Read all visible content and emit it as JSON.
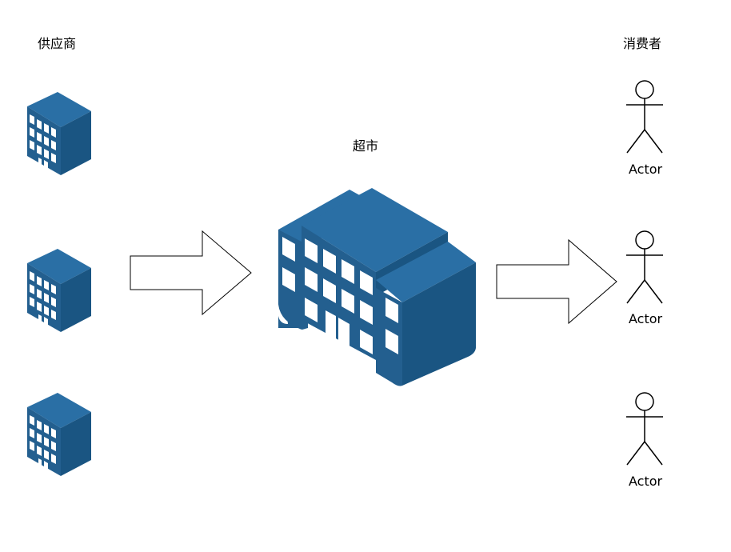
{
  "diagram": {
    "supplier_group_label": "供应商",
    "supermarket_label": "超市",
    "consumer_group_label": "消费者",
    "actors": [
      {
        "label": "Actor"
      },
      {
        "label": "Actor"
      },
      {
        "label": "Actor"
      }
    ]
  },
  "colors": {
    "building_top": "#2a6fa5",
    "building_left": "#235f8f",
    "building_right": "#1a5582",
    "window": "#ffffff",
    "stroke": "#000000"
  },
  "icons": {
    "supplier": "office-building-icon",
    "supermarket": "large-building-icon",
    "consumer": "stick-figure-icon",
    "flow": "block-arrow-right-icon"
  }
}
